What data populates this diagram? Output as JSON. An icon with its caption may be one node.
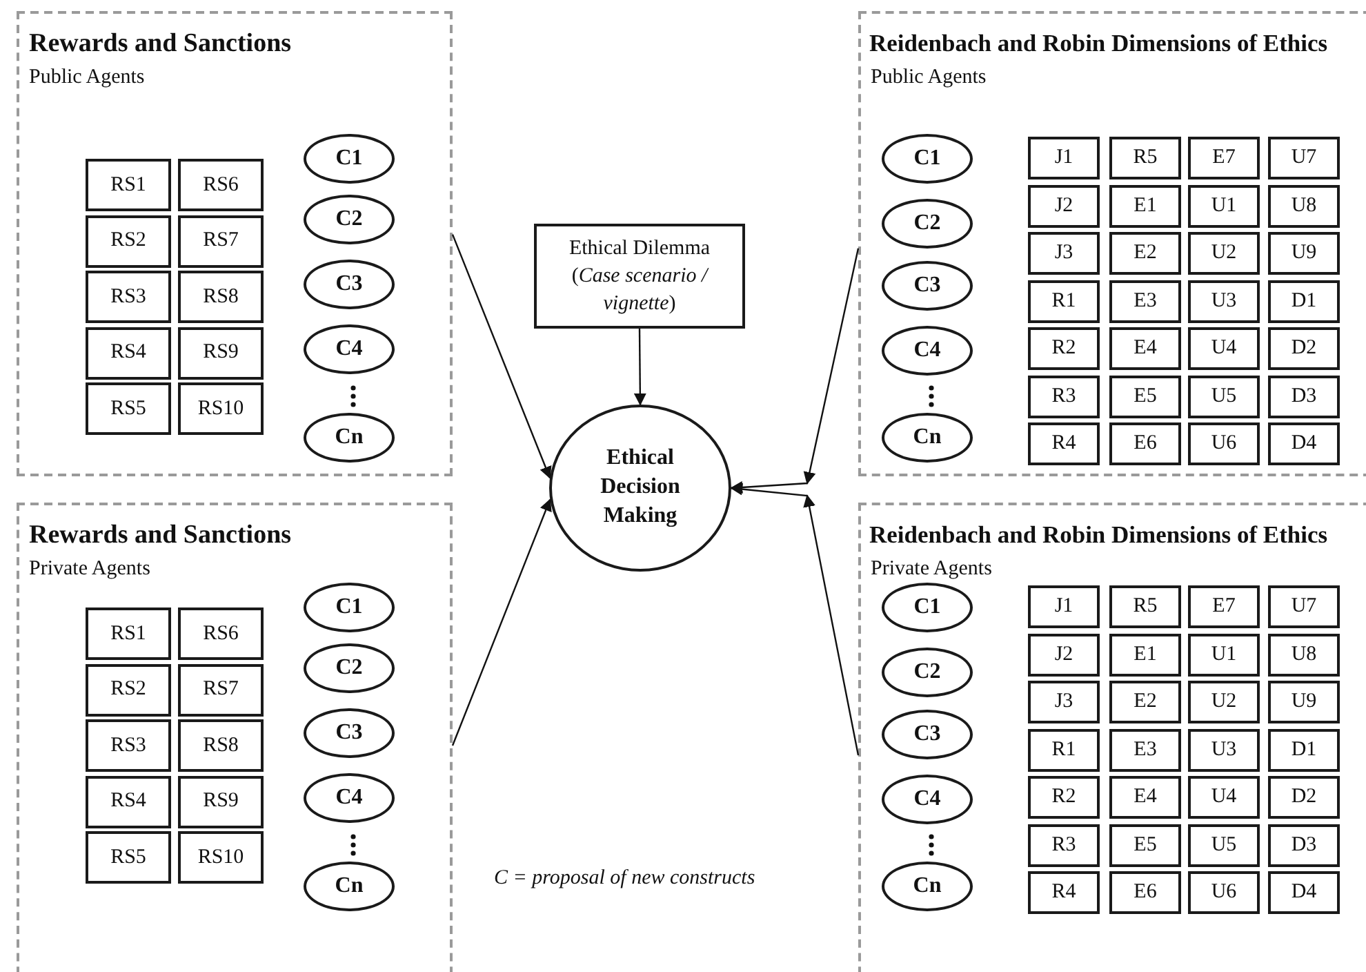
{
  "diagram": {
    "nodes": [
      {
        "text": [
          "Rewards and Sanctions",
          "Public Agents"
        ]
      },
      {
        "text": [
          "RS1"
        ],
        "in": 0
      },
      {
        "text": [
          "RS6"
        ],
        "in": 0
      },
      {
        "text": [
          "RS2"
        ],
        "in": 0
      },
      {
        "text": [
          "RS7"
        ],
        "in": 0
      },
      {
        "text": [
          "RS3"
        ],
        "in": 0
      },
      {
        "text": [
          "RS8"
        ],
        "in": 0
      },
      {
        "text": [
          "RS4"
        ],
        "in": 0
      },
      {
        "text": [
          "RS9"
        ],
        "in": 0
      },
      {
        "text": [
          "RS5"
        ],
        "in": 0
      },
      {
        "text": [
          "RS10"
        ],
        "in": 0
      },
      {
        "text": [
          "C1"
        ],
        "in": 0
      },
      {
        "text": [
          "C2"
        ],
        "in": 0
      },
      {
        "text": [
          "C3"
        ],
        "in": 0
      },
      {
        "text": [
          "C4"
        ],
        "in": 0
      },
      {
        "text": [
          "Cn"
        ],
        "in": 0
      },
      {
        "text": [
          "Reidenbach and Robin Dimensions of Ethics",
          "Public Agents"
        ]
      },
      {
        "text": [
          "C1"
        ],
        "in": 16
      },
      {
        "text": [
          "C2"
        ],
        "in": 16
      },
      {
        "text": [
          "C3"
        ],
        "in": 16
      },
      {
        "text": [
          "C4"
        ],
        "in": 16
      },
      {
        "text": [
          "Cn"
        ],
        "in": 16
      },
      {
        "text": [
          "J1"
        ],
        "in": 16
      },
      {
        "text": [
          "R5"
        ],
        "in": 16
      },
      {
        "text": [
          "E7"
        ],
        "in": 16
      },
      {
        "text": [
          "U7"
        ],
        "in": 16
      },
      {
        "text": [
          "J2"
        ],
        "in": 16
      },
      {
        "text": [
          "E1"
        ],
        "in": 16
      },
      {
        "text": [
          "U1"
        ],
        "in": 16
      },
      {
        "text": [
          "U8"
        ],
        "in": 16
      },
      {
        "text": [
          "J3"
        ],
        "in": 16
      },
      {
        "text": [
          "E2"
        ],
        "in": 16
      },
      {
        "text": [
          "U2"
        ],
        "in": 16
      },
      {
        "text": [
          "U9"
        ],
        "in": 16
      },
      {
        "text": [
          "R1"
        ],
        "in": 16
      },
      {
        "text": [
          "E3"
        ],
        "in": 16
      },
      {
        "text": [
          "U3"
        ],
        "in": 16
      },
      {
        "text": [
          "D1"
        ],
        "in": 16
      },
      {
        "text": [
          "R2"
        ],
        "in": 16
      },
      {
        "text": [
          "E4"
        ],
        "in": 16
      },
      {
        "text": [
          "U4"
        ],
        "in": 16
      },
      {
        "text": [
          "D2"
        ],
        "in": 16
      },
      {
        "text": [
          "R3"
        ],
        "in": 16
      },
      {
        "text": [
          "E5"
        ],
        "in": 16
      },
      {
        "text": [
          "U5"
        ],
        "in": 16
      },
      {
        "text": [
          "D3"
        ],
        "in": 16
      },
      {
        "text": [
          "R4"
        ],
        "in": 16
      },
      {
        "text": [
          "E6"
        ],
        "in": 16
      },
      {
        "text": [
          "U6"
        ],
        "in": 16
      },
      {
        "text": [
          "D4"
        ],
        "in": 16
      },
      {
        "text": [
          "Ethical Dilemma",
          "(*Case scenario / vignette*)"
        ]
      },
      {
        "text": [
          "Ethical Decision Making"
        ]
      },
      {
        "text": [
          "Rewards and Sanctions",
          "Private Agents"
        ]
      },
      {
        "text": [
          "RS1"
        ],
        "in": 52
      },
      {
        "text": [
          "RS6"
        ],
        "in": 52
      },
      {
        "text": [
          "RS2"
        ],
        "in": 52
      },
      {
        "text": [
          "RS7"
        ],
        "in": 52
      },
      {
        "text": [
          "RS3"
        ],
        "in": 52
      },
      {
        "text": [
          "RS8"
        ],
        "in": 52
      },
      {
        "text": [
          "RS4"
        ],
        "in": 52
      },
      {
        "text": [
          "RS9"
        ],
        "in": 52
      },
      {
        "text": [
          "RS5"
        ],
        "in": 52
      },
      {
        "text": [
          "RS10"
        ],
        "in": 52
      },
      {
        "text": [
          "C1"
        ],
        "in": 52
      },
      {
        "text": [
          "C2"
        ],
        "in": 52
      },
      {
        "text": [
          "C3"
        ],
        "in": 52
      },
      {
        "text": [
          "C4"
        ],
        "in": 52
      },
      {
        "text": [
          "Cn"
        ],
        "in": 52
      },
      {
        "text": [
          "Reidenbach and Robin Dimensions of Ethics",
          "Private Agents"
        ]
      },
      {
        "text": [
          "C1"
        ],
        "in": 68
      },
      {
        "text": [
          "C2"
        ],
        "in": 68
      },
      {
        "text": [
          "C3"
        ],
        "in": 68
      },
      {
        "text": [
          "C4"
        ],
        "in": 68
      },
      {
        "text": [
          "Cn"
        ],
        "in": 68
      },
      {
        "text": [
          "J1"
        ],
        "in": 68
      },
      {
        "text": [
          "R5"
        ],
        "in": 68
      },
      {
        "text": [
          "E7"
        ],
        "in": 68
      },
      {
        "text": [
          "U7"
        ],
        "in": 68
      },
      {
        "text": [
          "J2"
        ],
        "in": 68
      },
      {
        "text": [
          "E1"
        ],
        "in": 68
      },
      {
        "text": [
          "U1"
        ],
        "in": 68
      },
      {
        "text": [
          "U8"
        ],
        "in": 68
      },
      {
        "text": [
          "J3"
        ],
        "in": 68
      },
      {
        "text": [
          "E2"
        ],
        "in": 68
      },
      {
        "text": [
          "U2"
        ],
        "in": 68
      },
      {
        "text": [
          "U9"
        ],
        "in": 68
      },
      {
        "text": [
          "R1"
        ],
        "in": 68
      },
      {
        "text": [
          "E3"
        ],
        "in": 68
      },
      {
        "text": [
          "U3"
        ],
        "in": 68
      },
      {
        "text": [
          "D1"
        ],
        "in": 68
      },
      {
        "text": [
          "R2"
        ],
        "in": 68
      },
      {
        "text": [
          "E4"
        ],
        "in": 68
      },
      {
        "text": [
          "U4"
        ],
        "in": 68
      },
      {
        "text": [
          "D2"
        ],
        "in": 68
      },
      {
        "text": [
          "R3"
        ],
        "in": 68
      },
      {
        "text": [
          "E5"
        ],
        "in": 68
      },
      {
        "text": [
          "U5"
        ],
        "in": 68
      },
      {
        "text": [
          "D3"
        ],
        "in": 68
      },
      {
        "text": [
          "R4"
        ],
        "in": 68
      },
      {
        "text": [
          "E6"
        ],
        "in": 68
      },
      {
        "text": [
          "U6"
        ],
        "in": 68
      },
      {
        "text": [
          "D4"
        ],
        "in": 68
      }
    ],
    "edges": [
      {
        "from": 0,
        "to": 51,
        "arrow": "to"
      },
      {
        "from": 16,
        "to": 51,
        "arrow": "to"
      },
      {
        "from": 50,
        "to": 51,
        "arrow": "to"
      },
      {
        "from": 52,
        "to": 51,
        "arrow": "to"
      },
      {
        "from": 68,
        "to": 51,
        "arrow": "to"
      }
    ],
    "labels": [
      "*C* = proposal of new constructs"
    ]
  }
}
